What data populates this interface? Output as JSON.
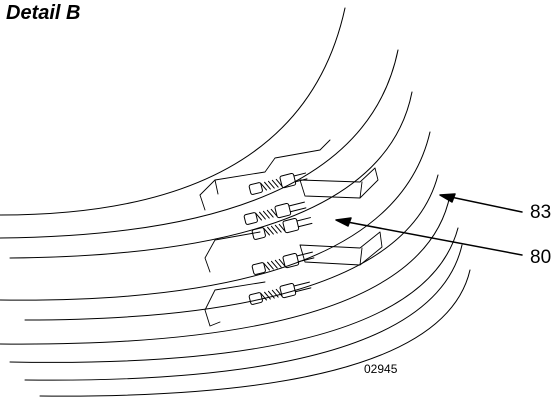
{
  "title": "Detail B",
  "callouts": [
    {
      "label": "83"
    },
    {
      "label": "80"
    }
  ],
  "figure_id": "02945"
}
